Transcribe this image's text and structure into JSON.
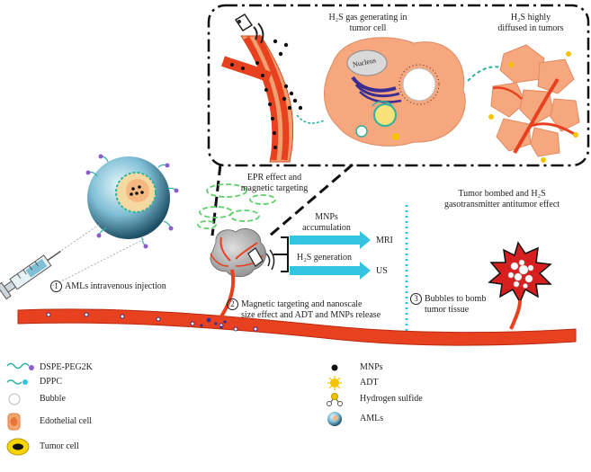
{
  "inset": {
    "h2s_generating": [
      "H₂S gas generating in",
      "tumor cell"
    ],
    "h2s_diffused": [
      "H₂S highly",
      "diffused in tumors"
    ],
    "nucleus": "Nucleus"
  },
  "flow": {
    "epr": [
      "EPR effect and",
      "magnetic targeting"
    ],
    "mnps_accum": [
      "MNPs",
      "accumulation"
    ],
    "mri": "MRI",
    "h2s_generation": "H₂S generation",
    "us": "US",
    "tumor_bombed": [
      "Tumor bombed and H₂S",
      "gasotransmitter antitumor effect"
    ]
  },
  "steps": [
    {
      "num": "1",
      "text": [
        "AMLs intravenous injection"
      ]
    },
    {
      "num": "2",
      "text": [
        "Magnetic targeting and nanoscale",
        "size effect and ADT and MNPs release"
      ]
    },
    {
      "num": "3",
      "text": [
        "Bubbles to bomb",
        "tumor tissue"
      ]
    }
  ],
  "legend": {
    "left": [
      {
        "icon": "dspe-peg2k-icon",
        "label": "DSPE-PEG2K"
      },
      {
        "icon": "dppc-icon",
        "label": "DPPC"
      },
      {
        "icon": "bubble-icon",
        "label": "Bubble"
      },
      {
        "icon": "endothelial-cell-icon",
        "label": "Edothelial cell"
      },
      {
        "icon": "tumor-cell-icon",
        "label": "Tumor cell"
      }
    ],
    "right": [
      {
        "icon": "mnps-icon",
        "label": "MNPs"
      },
      {
        "icon": "adt-icon",
        "label": "ADT"
      },
      {
        "icon": "hydrogen-sulfide-icon",
        "label": "Hydrogen sulfide"
      },
      {
        "icon": "amls-icon",
        "label": "AMLs"
      }
    ]
  },
  "colors": {
    "vessel": "#e8411f",
    "vessel_dark": "#b82a10",
    "tissue": "#f6a77e",
    "arrow": "#34c3e0",
    "teal": "#2bb3a0",
    "green": "#5fd16a",
    "adt": "#f5c400"
  }
}
